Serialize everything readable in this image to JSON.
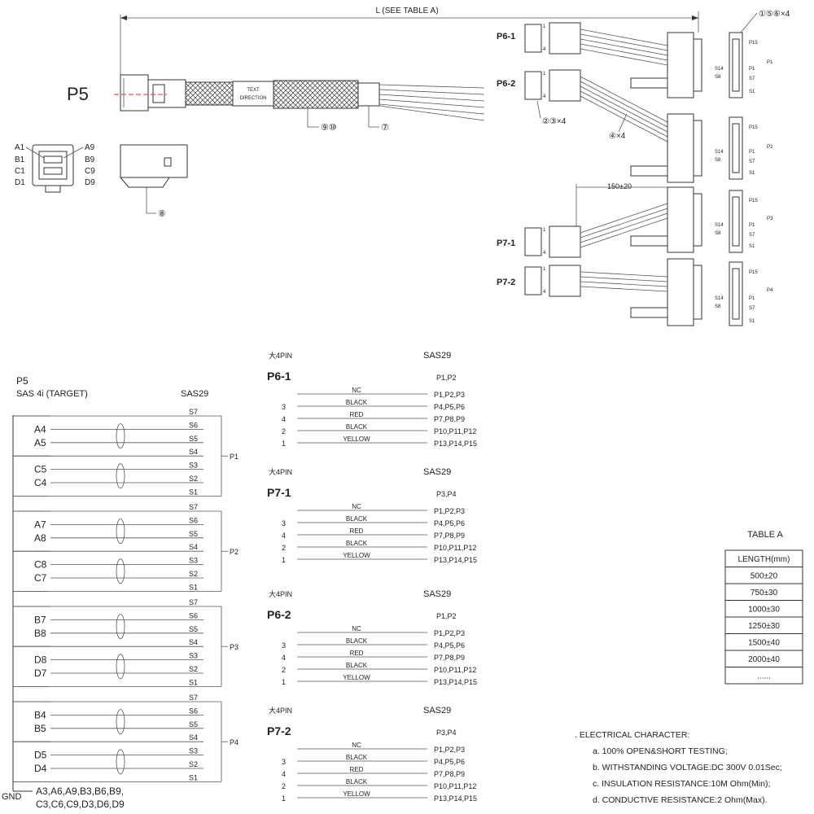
{
  "top_drawing": {
    "length_label": "L (SEE TABLE A)",
    "p5_label": "P5",
    "text_direction_line1": "TEXT",
    "text_direction_line2": "DIRECTION",
    "callout_braid": "⑨⑩",
    "callout_sleeve": "⑦",
    "callout_latch": "⑧",
    "callout_pwr": "②③×4",
    "callout_wire": "④×4",
    "callout_sata": "①⑤⑥×4",
    "dimension_150": "150±20",
    "connector_face_left": [
      "A1",
      "B1",
      "C1",
      "D1"
    ],
    "connector_face_right": [
      "A9",
      "B9",
      "C9",
      "D9"
    ],
    "power_connectors": [
      "P6-1",
      "P6-2",
      "P7-1",
      "P7-2"
    ],
    "sata_connectors": [
      "P1",
      "P2",
      "P3",
      "P4"
    ],
    "sata_pins_left": [
      "S14",
      "S8"
    ],
    "sata_pins_right": [
      "P15",
      "P1",
      "S7",
      "S1"
    ],
    "pin_1": "1",
    "pin_4": "4"
  },
  "p5_schematic": {
    "title": "P5",
    "subtitle": "SAS 4i (TARGET)",
    "sas_label": "SAS29",
    "groups": [
      {
        "target": "P1",
        "pairs": [
          [
            "A4",
            "A5"
          ],
          [
            "C5",
            "C4"
          ]
        ]
      },
      {
        "target": "P2",
        "pairs": [
          [
            "A7",
            "A8"
          ],
          [
            "C8",
            "C7"
          ]
        ]
      },
      {
        "target": "P3",
        "pairs": [
          [
            "B7",
            "B8"
          ],
          [
            "D8",
            "D7"
          ]
        ]
      },
      {
        "target": "P4",
        "pairs": [
          [
            "B4",
            "B5"
          ],
          [
            "D5",
            "D4"
          ]
        ]
      }
    ],
    "s_pins": [
      "S7",
      "S6",
      "S5",
      "S4",
      "S3",
      "S2",
      "S1"
    ],
    "gnd_label": "GND",
    "gnd_pins_line1": "A3,A6,A9,B3,B6,B9,",
    "gnd_pins_line2": "C3,C6,C9,D3,D6,D9"
  },
  "power_schematics": [
    {
      "header_small": "大4PIN",
      "sas_label": "SAS29",
      "name": "P6-1",
      "targets": "P1,P2",
      "rows": [
        {
          "pin": "",
          "color": "NC",
          "sas": "P1,P2,P3"
        },
        {
          "pin": "3",
          "color": "BLACK",
          "sas": "P4,P5,P6"
        },
        {
          "pin": "4",
          "color": "RED",
          "sas": "P7,P8,P9"
        },
        {
          "pin": "2",
          "color": "BLACK",
          "sas": "P10,P11,P12"
        },
        {
          "pin": "1",
          "color": "YELLOW",
          "sas": "P13,P14,P15"
        }
      ]
    },
    {
      "header_small": "大4PIN",
      "sas_label": "SAS29",
      "name": "P7-1",
      "targets": "P3,P4",
      "rows": [
        {
          "pin": "",
          "color": "NC",
          "sas": "P1,P2,P3"
        },
        {
          "pin": "3",
          "color": "BLACK",
          "sas": "P4,P5,P6"
        },
        {
          "pin": "4",
          "color": "RED",
          "sas": "P7,P8,P9"
        },
        {
          "pin": "2",
          "color": "BLACK",
          "sas": "P10,P11,P12"
        },
        {
          "pin": "1",
          "color": "YELLOW",
          "sas": "P13,P14,P15"
        }
      ]
    },
    {
      "header_small": "大4PIN",
      "sas_label": "SAS29",
      "name": "P6-2",
      "targets": "P1,P2",
      "rows": [
        {
          "pin": "",
          "color": "NC",
          "sas": "P1,P2,P3"
        },
        {
          "pin": "3",
          "color": "BLACK",
          "sas": "P4,P5,P6"
        },
        {
          "pin": "4",
          "color": "RED",
          "sas": "P7,P8,P9"
        },
        {
          "pin": "2",
          "color": "BLACK",
          "sas": "P10,P11,P12"
        },
        {
          "pin": "1",
          "color": "YELLOW",
          "sas": "P13,P14,P15"
        }
      ]
    },
    {
      "header_small": "大4PIN",
      "sas_label": "SAS29",
      "name": "P7-2",
      "targets": "P3,P4",
      "rows": [
        {
          "pin": "",
          "color": "NC",
          "sas": "P1,P2,P3"
        },
        {
          "pin": "3",
          "color": "BLACK",
          "sas": "P4,P5,P6"
        },
        {
          "pin": "4",
          "color": "RED",
          "sas": "P7,P8,P9"
        },
        {
          "pin": "2",
          "color": "BLACK",
          "sas": "P10,P11,P12"
        },
        {
          "pin": "1",
          "color": "YELLOW",
          "sas": "P13,P14,P15"
        }
      ]
    }
  ],
  "table_a": {
    "title": "TABLE A",
    "header": "LENGTH(mm)",
    "rows": [
      "500±20",
      "750±30",
      "1000±30",
      "1250±30",
      "1500±40",
      "2000±40",
      "......"
    ]
  },
  "electrical": {
    "title": ". ELECTRICAL CHARACTER:",
    "items": [
      "a. 100% OPEN&SHORT TESTING;",
      "b. WITHSTANDING VOLTAGE:DC 300V 0.01Sec;",
      "c. INSULATION RESISTANCE:10M Ohm(Min);",
      "d. CONDUCTIVE RESISTANCE:2 Ohm(Max)."
    ]
  }
}
